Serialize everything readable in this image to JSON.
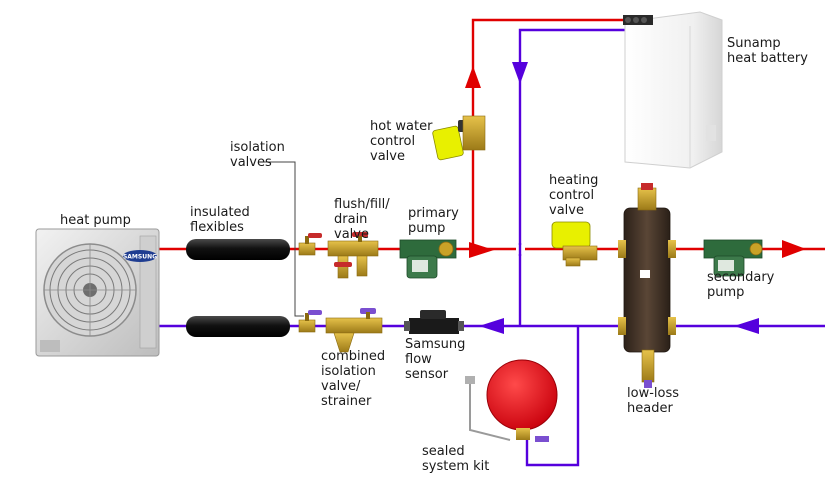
{
  "colors": {
    "flow": "#e00000",
    "return": "#5500dd",
    "lagging": "#1a1a1a",
    "brass": "#c9a227",
    "pump_green": "#2e6b3c",
    "actuator_yellow": "#e8f000",
    "valve_purple": "#7a4fd0",
    "vessel_red": "#e3000f",
    "header_body": "#4a3a2e",
    "battery_body": "#f4f4f4"
  },
  "labels": {
    "sunamp_heat_battery": [
      "Sunamp",
      "heat battery"
    ],
    "hot_water_control_valve": [
      "hot water",
      "control",
      "valve"
    ],
    "isolation_valves": [
      "isolation",
      "valves"
    ],
    "heat_pump": [
      "heat pump"
    ],
    "insulated_flexibles": [
      "insulated",
      "flexibles"
    ],
    "flush_fill_drain_valve": [
      "flush/fill/",
      "drain",
      "valve"
    ],
    "primary_pump": [
      "primary",
      "pump"
    ],
    "heating_control_valve": [
      "heating",
      "control",
      "valve"
    ],
    "secondary_pump": [
      "secondary",
      "pump"
    ],
    "combined_isolation_valve_strainer": [
      "combined",
      "isolation",
      "valve/",
      "strainer"
    ],
    "samsung_flow_sensor": [
      "Samsung",
      "flow",
      "sensor"
    ],
    "low_loss_header": [
      "low-loss",
      "header"
    ],
    "sealed_system_kit": [
      "sealed",
      "system kit"
    ]
  },
  "heat_pump_brand": "SAMSUNG",
  "icons": [
    "flow-arrow-right",
    "flow-arrow-up",
    "return-arrow-left",
    "return-arrow-down"
  ]
}
